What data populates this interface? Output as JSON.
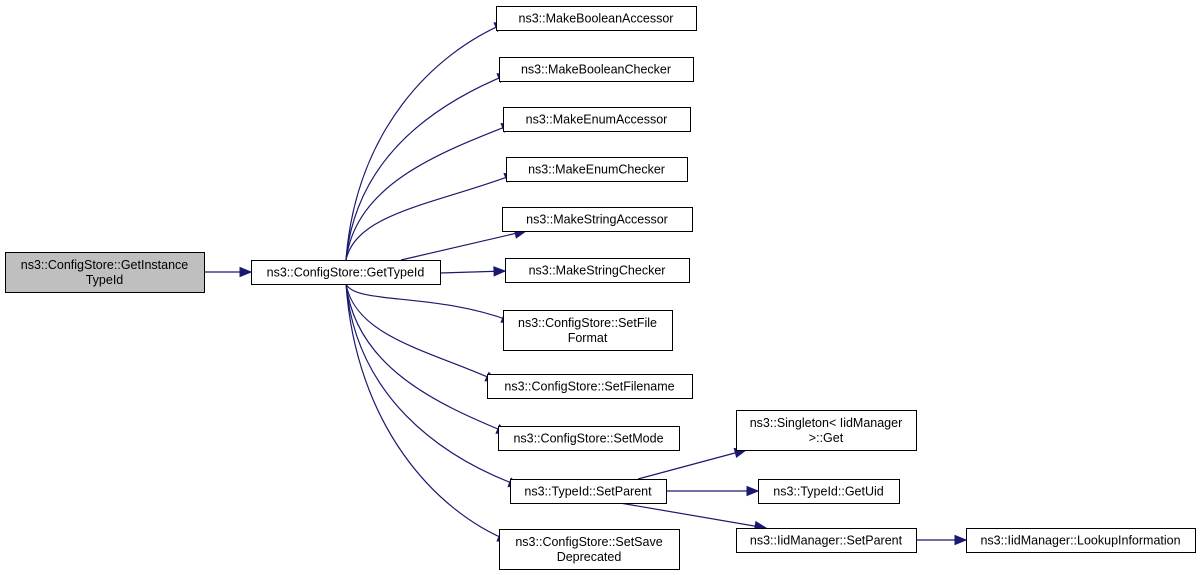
{
  "diagram": {
    "type": "call-graph",
    "colors": {
      "edge": "#191970",
      "root_fill": "#bfbfbf",
      "node_fill": "#ffffff",
      "border": "#000000"
    },
    "nodes": [
      {
        "id": "getinstancetypeid",
        "lines": [
          "ns3::ConfigStore::GetInstance",
          "TypeId"
        ],
        "root": true
      },
      {
        "id": "gettypeid",
        "lines": [
          "ns3::ConfigStore::GetTypeId"
        ]
      },
      {
        "id": "makebooleanaccessor",
        "lines": [
          "ns3::MakeBooleanAccessor"
        ]
      },
      {
        "id": "makebooleanchecker",
        "lines": [
          "ns3::MakeBooleanChecker"
        ]
      },
      {
        "id": "makeenumaccessor",
        "lines": [
          "ns3::MakeEnumAccessor"
        ]
      },
      {
        "id": "makeenumchecker",
        "lines": [
          "ns3::MakeEnumChecker"
        ]
      },
      {
        "id": "makestringaccessor",
        "lines": [
          "ns3::MakeStringAccessor"
        ]
      },
      {
        "id": "makestringchecker",
        "lines": [
          "ns3::MakeStringChecker"
        ]
      },
      {
        "id": "setfileformat",
        "lines": [
          "ns3::ConfigStore::SetFile",
          "Format"
        ]
      },
      {
        "id": "setfilename",
        "lines": [
          "ns3::ConfigStore::SetFilename"
        ]
      },
      {
        "id": "setmode",
        "lines": [
          "ns3::ConfigStore::SetMode"
        ]
      },
      {
        "id": "typeid-setparent",
        "lines": [
          "ns3::TypeId::SetParent"
        ]
      },
      {
        "id": "setsavedeprecated",
        "lines": [
          "ns3::ConfigStore::SetSave",
          "Deprecated"
        ]
      },
      {
        "id": "singleton-get",
        "lines": [
          "ns3::Singleton< IidManager",
          ">::Get"
        ]
      },
      {
        "id": "typeid-getuid",
        "lines": [
          "ns3::TypeId::GetUid"
        ]
      },
      {
        "id": "iidmanager-setparent",
        "lines": [
          "ns3::IidManager::SetParent"
        ]
      },
      {
        "id": "iidmanager-lookupinformation",
        "lines": [
          "ns3::IidManager::LookupInformation"
        ]
      }
    ],
    "edges": [
      [
        "getinstancetypeid",
        "gettypeid"
      ],
      [
        "gettypeid",
        "makebooleanaccessor"
      ],
      [
        "gettypeid",
        "makebooleanchecker"
      ],
      [
        "gettypeid",
        "makeenumaccessor"
      ],
      [
        "gettypeid",
        "makeenumchecker"
      ],
      [
        "gettypeid",
        "makestringaccessor"
      ],
      [
        "gettypeid",
        "makestringchecker"
      ],
      [
        "gettypeid",
        "setfileformat"
      ],
      [
        "gettypeid",
        "setfilename"
      ],
      [
        "gettypeid",
        "setmode"
      ],
      [
        "gettypeid",
        "typeid-setparent"
      ],
      [
        "gettypeid",
        "setsavedeprecated"
      ],
      [
        "typeid-setparent",
        "singleton-get"
      ],
      [
        "typeid-setparent",
        "typeid-getuid"
      ],
      [
        "typeid-setparent",
        "iidmanager-setparent"
      ],
      [
        "iidmanager-setparent",
        "iidmanager-lookupinformation"
      ]
    ]
  }
}
